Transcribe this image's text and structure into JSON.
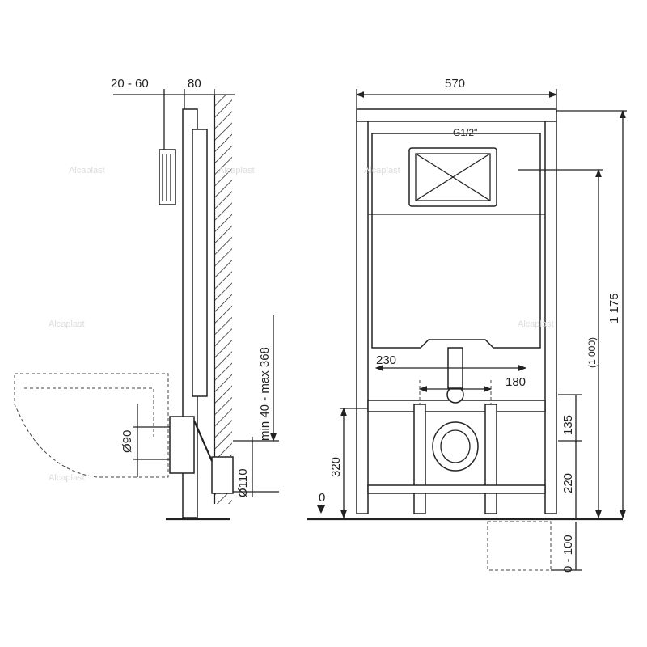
{
  "side_view": {
    "dim_plate_offset": "20 - 60",
    "dim_depth": "80",
    "dim_inlet": "Ø90",
    "dim_outlet": "Ø110",
    "dim_wall_range": "min 40 - max 368"
  },
  "front_view": {
    "dim_width": "570",
    "dim_water_connection": "G1/2\"",
    "dim_total_height": "1 175",
    "dim_plate_height": "(1 000)",
    "dim_bolt_spacing_outer": "230",
    "dim_bolt_spacing_inner": "180",
    "dim_bolt_height": "135",
    "dim_drain_height": "220",
    "dim_seat_height": "320",
    "dim_floor_level": "0",
    "dim_floor_adjust": "0 - 100"
  }
}
